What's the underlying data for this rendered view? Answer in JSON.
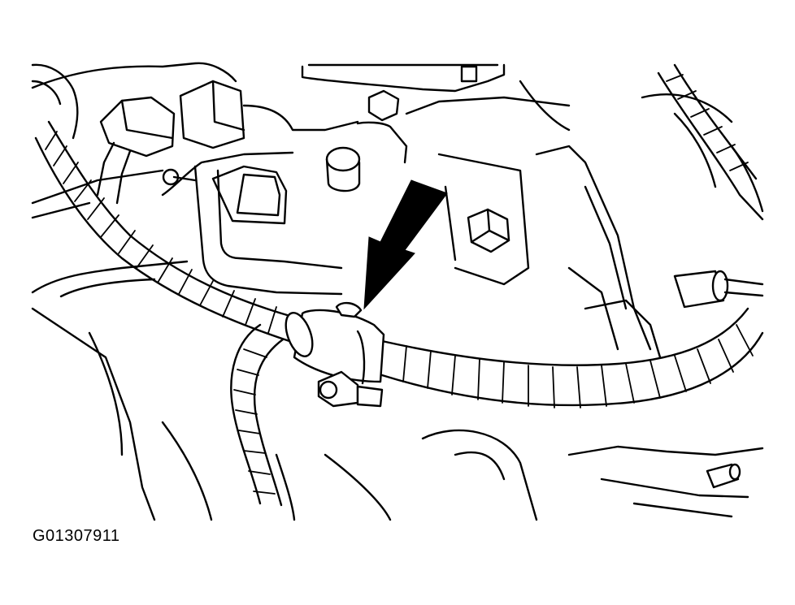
{
  "figure": {
    "code": "G01307911",
    "components": [
      "engine-housing",
      "wiring-harness",
      "harness-clip",
      "electrical-connector",
      "mounting-bolt",
      "pointer-arrow"
    ]
  }
}
